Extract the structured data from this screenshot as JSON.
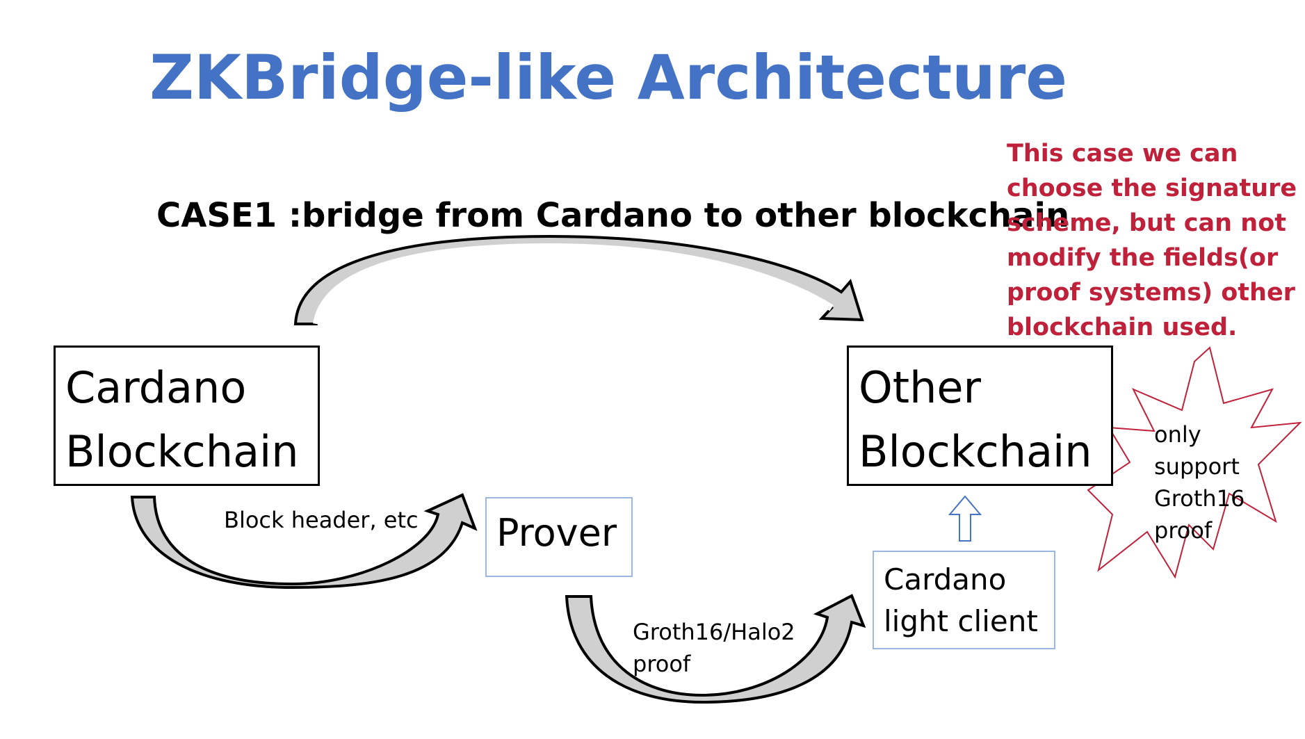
{
  "title": "ZKBridge-like Architecture",
  "case_heading": "CASE1 :bridge from Cardano to other blockchain",
  "note": "This case we can choose the signature scheme, but can not modify the fields(or proof systems) other blockchain used.",
  "boxes": {
    "cardano_blockchain": "Cardano\nBlockchain",
    "other_blockchain": "Other\nBlockchain",
    "prover": "Prover",
    "light_client": "Cardano\nlight client"
  },
  "labels": {
    "block_header": "Block header, etc",
    "proof": "Groth16/Halo2\nproof"
  },
  "burst": "only\nsupport\nGroth16\nproof",
  "colors": {
    "title": "#4472c4",
    "note": "#c0213a",
    "arrow_fill": "#d0d0d0",
    "burst_stroke": "#c0213a",
    "blue_border": "#9db6e0"
  },
  "icons": [
    "curved-arrow-icon",
    "up-arrow-icon",
    "starburst-icon"
  ]
}
